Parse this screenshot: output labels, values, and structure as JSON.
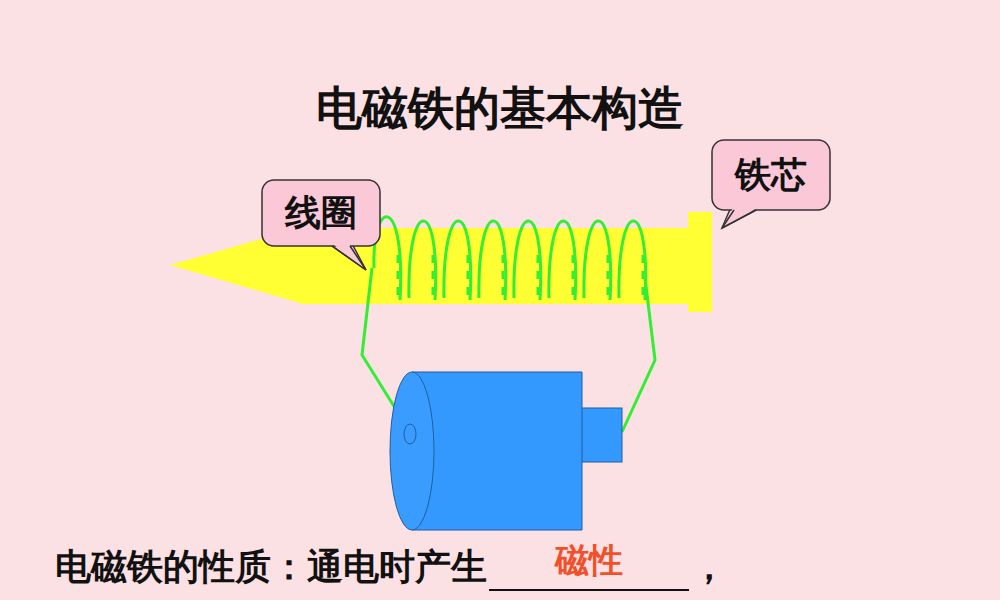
{
  "diagram": {
    "title": "电磁铁的基本构造",
    "nodes": [
      {
        "text": [
          "线圈"
        ]
      },
      {
        "text": [
          "铁芯"
        ]
      }
    ],
    "labels": [
      "电磁铁的性质：通电时产生",
      "磁性",
      "，"
    ]
  }
}
